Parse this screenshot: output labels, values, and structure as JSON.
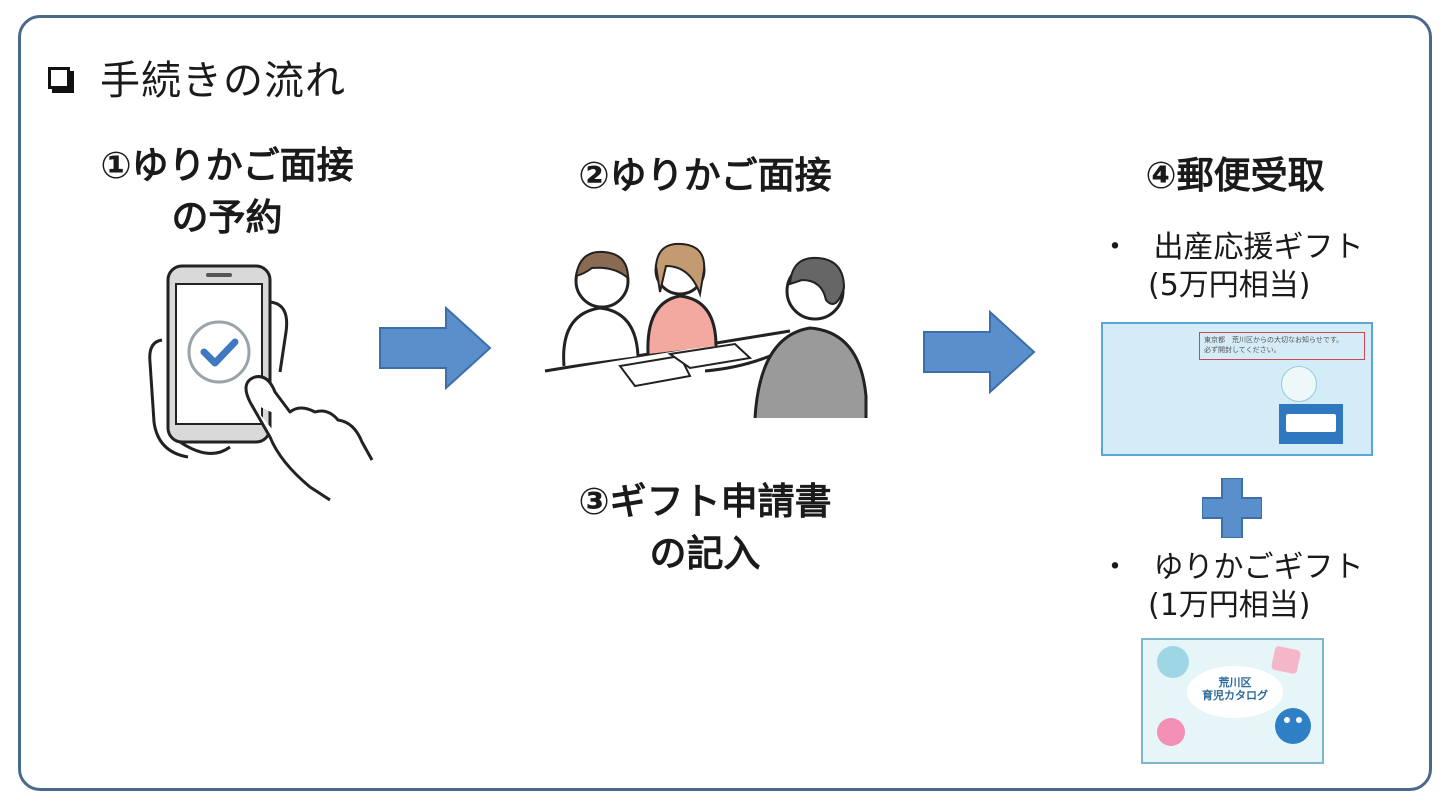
{
  "header": {
    "title": "手続きの流れ"
  },
  "steps": {
    "step1": {
      "line1": "①ゆりかご面接",
      "line2": "の予約"
    },
    "step2": {
      "title": "②ゆりかご面接"
    },
    "step3": {
      "line1": "③ギフト申請書",
      "line2": "の記入"
    },
    "step4": {
      "title": "④郵便受取"
    }
  },
  "gifts": [
    {
      "bullet": "・",
      "name": "出産応援ギフト",
      "value": "(5万円相当)"
    },
    {
      "bullet": "・",
      "name": "ゆりかごギフト",
      "value": "(1万円相当)"
    }
  ],
  "envelope": {
    "line1": "東京都　荒川区からの大切なお知らせです。",
    "line2": "必ず開封してください。"
  },
  "catalog": {
    "line1": "荒川区",
    "line2": "育児カタログ"
  },
  "colors": {
    "frame": "#4a6a8c",
    "arrow": "#5b8fcb",
    "check": "#3f79c2",
    "plus": "#5b8fcb"
  },
  "icons": [
    "checkbox-icon",
    "smartphone-check-icon",
    "interview-illustration",
    "arrow-right-icon",
    "plus-icon"
  ]
}
